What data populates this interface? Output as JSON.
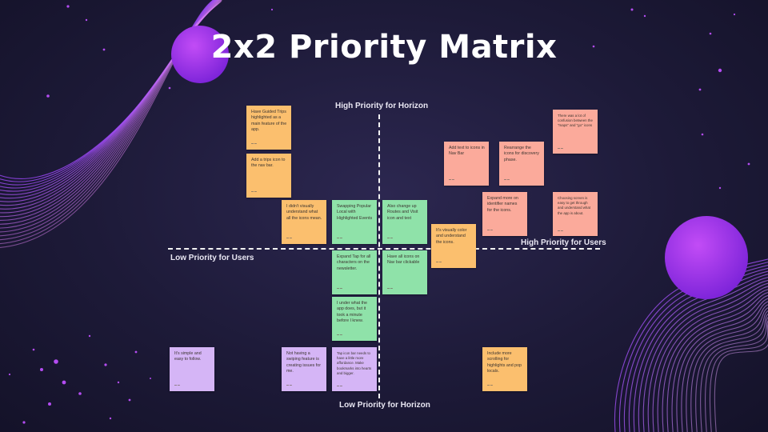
{
  "title": "2x2 Priority Matrix",
  "axes": {
    "top": "High Priority for Horizon",
    "bottom": "Low Priority for Horizon",
    "left": "Low Priority for Users",
    "right": "High Priority for Users"
  },
  "colors": {
    "background": "#1d1a38",
    "orange_note": "#fbbf6e",
    "salmon_note": "#fbaa9b",
    "green_note": "#8fe2a9",
    "purple_note": "#d5b5f6",
    "accent_purple": "#9b3df0"
  },
  "notes": [
    {
      "text": "Have Guided Trips highlighted as a main feature of the app.",
      "color": "orange"
    },
    {
      "text": "Add a trips icon to the nav bar.",
      "color": "orange"
    },
    {
      "text": "I didn't visually understand what all the icons mean.",
      "color": "orange"
    },
    {
      "text": "Swapping Popular Local with Highlighted Events",
      "color": "green"
    },
    {
      "text": "Also change up Routes and Visit icon and text",
      "color": "green"
    },
    {
      "text": "It's visually color and understand the icons.",
      "color": "orange"
    },
    {
      "text": "Add text to icons in Nav Bar",
      "color": "salmon"
    },
    {
      "text": "Rearrange the icons for discovery phase.",
      "color": "salmon"
    },
    {
      "text": "There was a lot of confusion between the \"maps\" and \"go\" icons",
      "color": "salmon"
    },
    {
      "text": "Expand more on identifier names for the icons.",
      "color": "salmon"
    },
    {
      "text": "Choosing screen is easy to get through and understand what the app is about.",
      "color": "salmon"
    },
    {
      "text": "Expand Tap for all characters on the newsletter.",
      "color": "green"
    },
    {
      "text": "Have all icons on Nav bar clickable",
      "color": "green"
    },
    {
      "text": "I under what the app does, but it took a minute before I knew.",
      "color": "green"
    },
    {
      "text": "It's simple and easy to follow.",
      "color": "purple"
    },
    {
      "text": "Not having a swiping feature is creating issues for me.",
      "color": "purple"
    },
    {
      "text": "Tap icon bar needs to have a little more affordance. Make bookmarks into hearts and bigger.",
      "color": "purple"
    },
    {
      "text": "Include more scrolling for highlights and pop locals.",
      "color": "orange"
    }
  ]
}
